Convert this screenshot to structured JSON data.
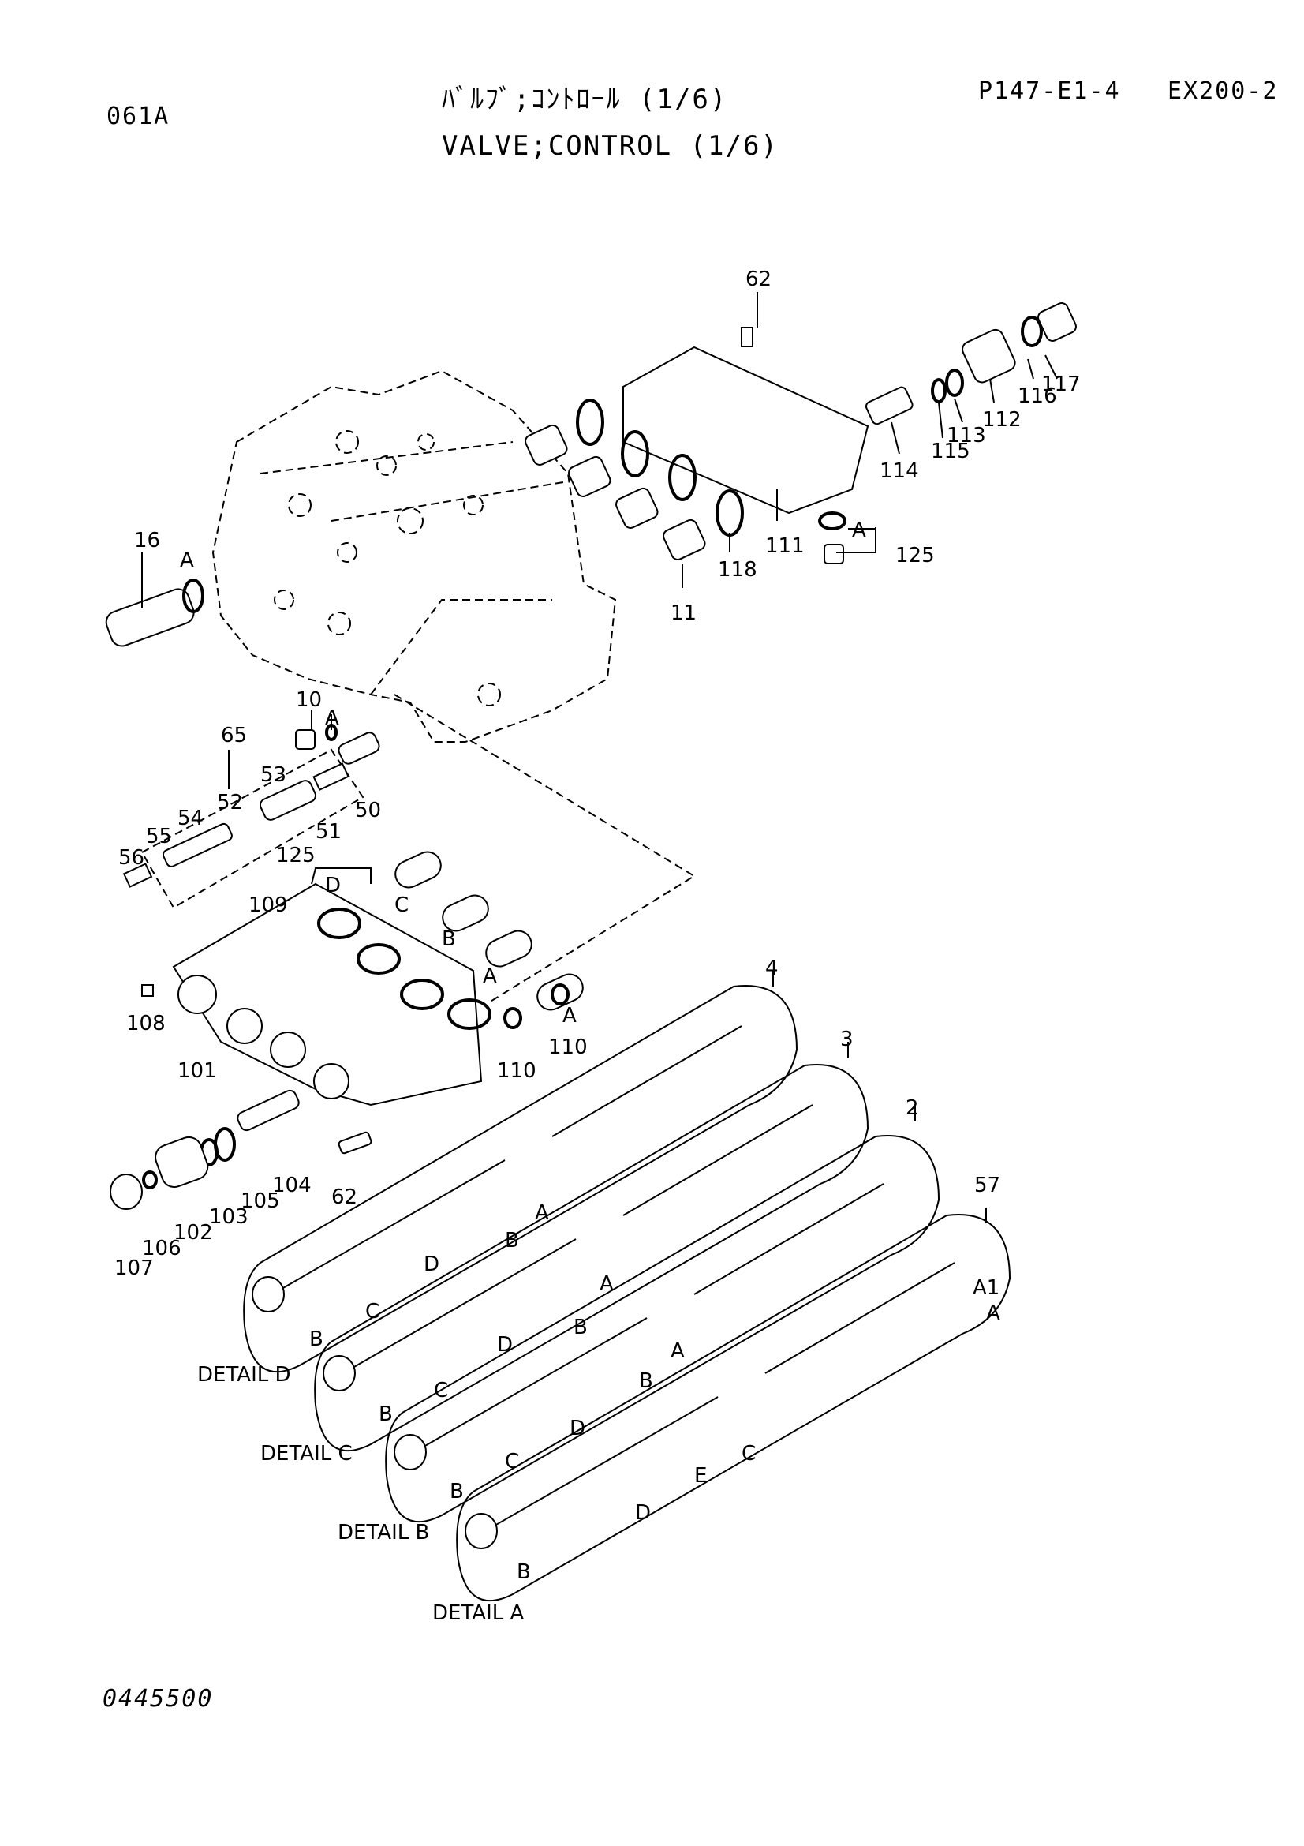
{
  "header": {
    "section_code": "061A",
    "title_jp": "ﾊﾞﾙﾌﾞ;ｺﾝﾄﾛｰﾙ (1/6)",
    "title_en": "VALVE;CONTROL (1/6)",
    "page_ref": "P147-E1-4",
    "model": "EX200-2"
  },
  "footer": {
    "doc_number": "0445500"
  },
  "part_labels": [
    "62",
    "117",
    "116",
    "112",
    "113",
    "115",
    "114",
    "125",
    "111",
    "118",
    "11",
    "16",
    "10",
    "65",
    "53",
    "52",
    "54",
    "55",
    "56",
    "51",
    "50",
    "125",
    "109",
    "108",
    "101",
    "110",
    "110",
    "62",
    "104",
    "105",
    "103",
    "102",
    "106",
    "107",
    "4",
    "3",
    "2",
    "57"
  ],
  "letter_labels": [
    "A",
    "A",
    "A",
    "D",
    "C",
    "B",
    "A",
    "A",
    "B",
    "C",
    "D",
    "B",
    "A",
    "B",
    "C",
    "D",
    "B",
    "A",
    "B",
    "C",
    "D",
    "B",
    "A",
    "B",
    "D",
    "E",
    "C",
    "A1",
    "A"
  ],
  "detail_labels": [
    "DETAIL D",
    "DETAIL C",
    "DETAIL B",
    "DETAIL A"
  ]
}
